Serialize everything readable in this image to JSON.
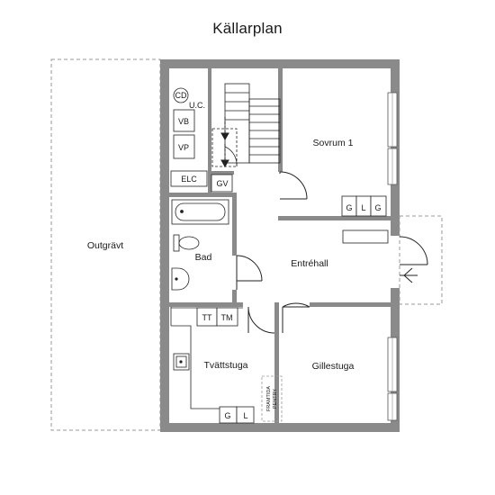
{
  "title": "Källarplan",
  "colors": {
    "wall": "#8a8a8a",
    "line": "#222222",
    "dash": "#9a9a9a",
    "window": "#d9d9d9"
  },
  "rooms": {
    "outgravt": "Outgrävt",
    "sovrum": "Sovrum 1",
    "entrehall": "Entréhall",
    "bad": "Bad",
    "tvattstuga": "Tvättstuga",
    "gillestuga": "Gillestuga"
  },
  "fixtures": {
    "cd": "CD",
    "uc": "U.C.",
    "vb": "VB",
    "vp": "VP",
    "elc": "ELC",
    "gv": "GV",
    "tt": "TT",
    "tm": "TM",
    "framtida_pentry_line1": "FRAMTIDA",
    "framtida_pentry_line2": "PENTRY",
    "wardrobe_sovrum": [
      "G",
      "L",
      "G"
    ],
    "wardrobe_tvatt": [
      "G",
      "L"
    ]
  },
  "icons": [
    "stairs-icon",
    "bathtub-icon",
    "toilet-icon",
    "washbasin-icon",
    "sink-icon",
    "door-arc-icon",
    "window-icon"
  ]
}
